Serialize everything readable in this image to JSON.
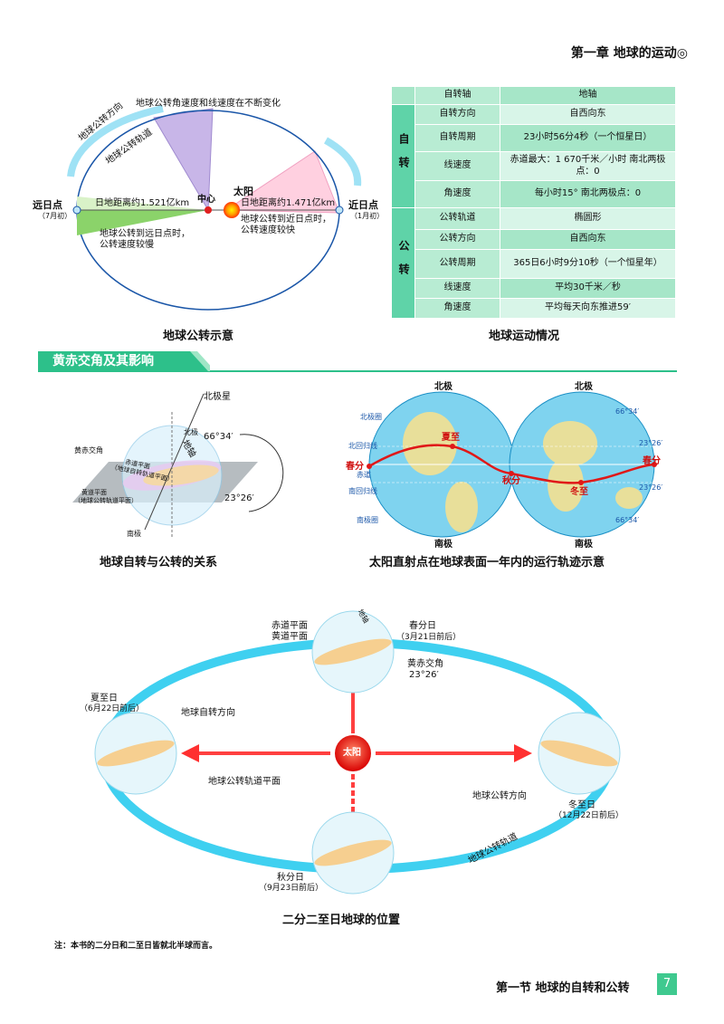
{
  "header": {
    "chapter": "第一章  地球的运动◎"
  },
  "orbit_diagram": {
    "top_note": "地球公转角速度和线速度在不断变化",
    "direction_label": "地球公转方向",
    "orbit_label": "地球公转轨道",
    "aphelion": "远日点",
    "aphelion_time": "（7月初）",
    "perihelion": "近日点",
    "perihelion_time": "（1月初）",
    "center": "中心",
    "sun": "太阳",
    "far_distance": "日地距离约1.521亿km",
    "near_distance": "日地距离约1.471亿km",
    "far_note_1": "地球公转到远日点时，",
    "far_note_2": "公转速度较慢",
    "near_note_1": "地球公转到近日点时，",
    "near_note_2": "公转速度较快",
    "caption": "地球公转示意"
  },
  "motion_table": {
    "caption": "地球运动情况",
    "header": {
      "label": "自转轴",
      "value": "地轴"
    },
    "rotation_group": "自转",
    "revolution_group": "公转",
    "rotation_rows": [
      {
        "label": "自转方向",
        "value": "自西向东"
      },
      {
        "label": "自转周期",
        "value": "23小时56分4秒（一个恒星日）"
      },
      {
        "label": "线速度",
        "value": "赤道最大：1 670千米／小时  南北两极点：0"
      },
      {
        "label": "角速度",
        "value": "每小时15°  南北两极点：0"
      }
    ],
    "revolution_rows": [
      {
        "label": "公转轨道",
        "value": "椭圆形"
      },
      {
        "label": "公转方向",
        "value": "自西向东"
      },
      {
        "label": "公转周期",
        "value": "365日6小时9分10秒（一个恒星年）"
      },
      {
        "label": "线速度",
        "value": "平均30千米／秒"
      },
      {
        "label": "角速度",
        "value": "平均每天向东推进59′"
      }
    ]
  },
  "section": {
    "title": "黄赤交角及其影响"
  },
  "obliquity_diagram": {
    "polaris": "北极星",
    "north_pole": "北极",
    "axis": "地轴",
    "angle_1": "66°34′",
    "angle_2": "23°26′",
    "obliquity": "黄赤交角",
    "equator_plane_1": "赤道平面",
    "equator_plane_2": "（地球自转轨道平面）",
    "ecliptic_plane_1": "黄道平面",
    "ecliptic_plane_2": "（地球公转轨道平面）",
    "south_pole": "南极",
    "caption": "地球自转与公转的关系"
  },
  "subsolar_diagram": {
    "north_pole_left": "北极",
    "north_pole_right": "北极",
    "south_pole_left": "南极",
    "south_pole_right": "南极",
    "arctic_circle": "北极圈",
    "tropic_cancer": "北回归线",
    "equator": "赤道",
    "tropic_capricorn": "南回归线",
    "antarctic_circle": "南极圈",
    "lat_1": "66°34′",
    "lat_2": "23°26′",
    "lat_3": "23°26′",
    "lat_4": "66°34′",
    "spring": "春分",
    "summer": "夏至",
    "autumn": "秋分",
    "winter": "冬至",
    "spring_right": "春分",
    "caption": "太阳直射点在地球表面一年内的运行轨迹示意"
  },
  "solstice_diagram": {
    "sun": "太阳",
    "spring_day": "春分日",
    "spring_date": "（3月21日前后）",
    "equator_plane": "赤道平面",
    "ecliptic_plane": "黄道平面",
    "earth_axis": "地轴",
    "obliquity": "黄赤交角",
    "obliquity_angle": "23°26′",
    "summer_day": "夏至日",
    "summer_date": "（6月22日前后）",
    "rotation_direction": "地球自转方向",
    "orbit_plane": "地球公转轨道平面",
    "revolution_direction": "地球公转方向",
    "winter_day": "冬至日",
    "winter_date": "（12月22日前后）",
    "autumn_day": "秋分日",
    "autumn_date": "（9月23日前后）",
    "orbit": "地球公转轨道",
    "caption": "二分二至日地球的位置"
  },
  "note": "注：本书的二分日和二至日皆就北半球而言。",
  "footer": {
    "section": "第一节  地球的自转和公转",
    "page": "7"
  }
}
